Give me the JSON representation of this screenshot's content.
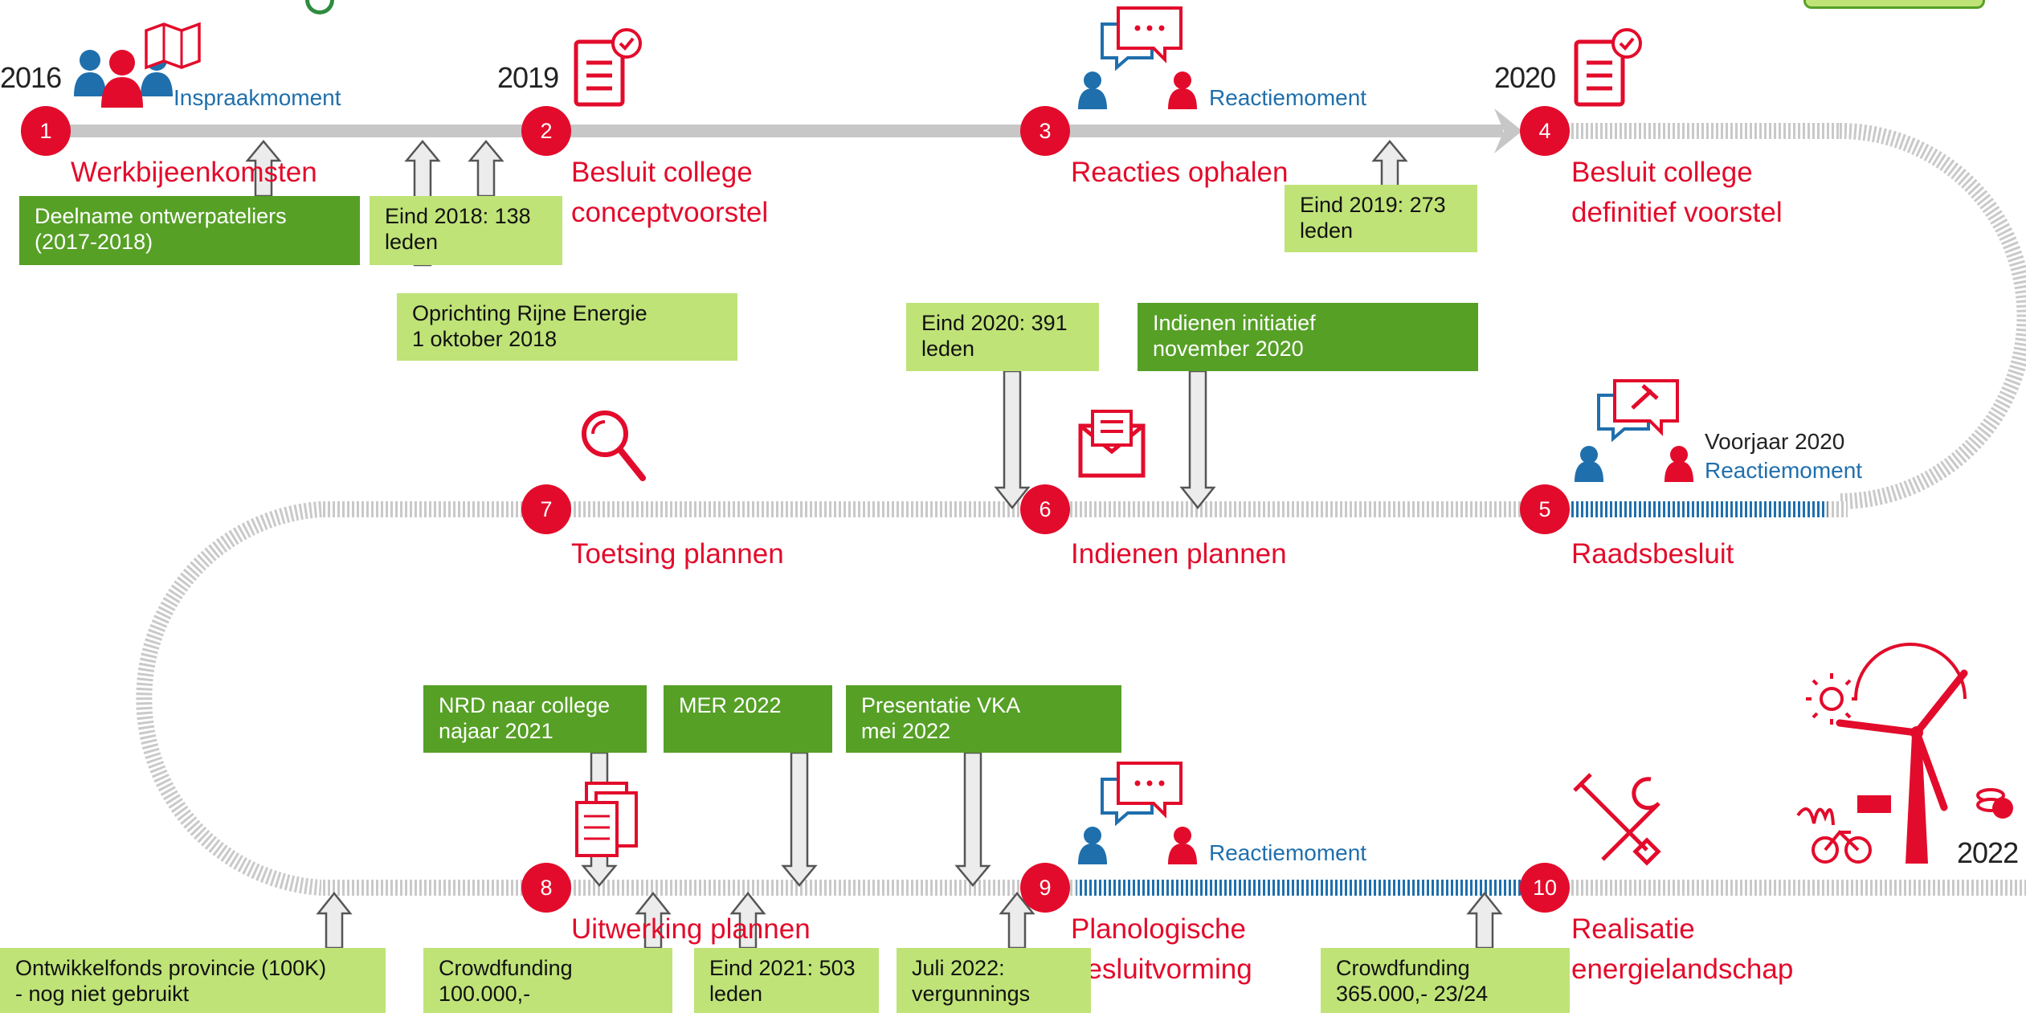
{
  "years": {
    "y2016": "2016",
    "y2019": "2019",
    "y2020": "2020",
    "y2022": "2022"
  },
  "steps": [
    {
      "num": "1",
      "label_lines": [
        "Werkbijeenkomsten"
      ]
    },
    {
      "num": "2",
      "label_lines": [
        "Besluit college",
        "conceptvoorstel"
      ]
    },
    {
      "num": "3",
      "label_lines": [
        "Reacties ophalen"
      ]
    },
    {
      "num": "4",
      "label_lines": [
        "Besluit college",
        "definitief voorstel"
      ]
    },
    {
      "num": "5",
      "label_lines": [
        "Raadsbesluit"
      ]
    },
    {
      "num": "6",
      "label_lines": [
        "Indienen plannen"
      ]
    },
    {
      "num": "7",
      "label_lines": [
        "Toetsing plannen"
      ]
    },
    {
      "num": "8",
      "label_lines": [
        "Uitwerking plannen"
      ]
    },
    {
      "num": "9",
      "label_lines": [
        "Planologische",
        "besluitvorming"
      ]
    },
    {
      "num": "10",
      "label_lines": [
        "Realisatie",
        "energielandschap"
      ]
    }
  ],
  "moments": {
    "inspraak": "Inspraakmoment",
    "reactie_top": "Reactiemoment",
    "voorjaar": "Voorjaar 2020",
    "reactie_mid": "Reactiemoment",
    "reactie_bottom": "Reactiemoment"
  },
  "notes": [
    {
      "lines": [
        "Deelname ontwerpateliers",
        "(2017-2018)"
      ],
      "style": "dark"
    },
    {
      "lines": [
        "Eind 2018: 138",
        "leden"
      ],
      "style": "light"
    },
    {
      "lines": [
        "Oprichting Rijne Energie",
        "1 oktober 2018"
      ],
      "style": "light"
    },
    {
      "lines": [
        "Eind 2019: 273",
        "leden"
      ],
      "style": "light"
    },
    {
      "lines": [
        "Eind 2020: 391",
        "leden"
      ],
      "style": "light"
    },
    {
      "lines": [
        "Indienen initiatief",
        "november 2020"
      ],
      "style": "dark"
    },
    {
      "lines": [
        "NRD naar college",
        "najaar 2021"
      ],
      "style": "dark"
    },
    {
      "lines": [
        "MER 2022"
      ],
      "style": "dark"
    },
    {
      "lines": [
        "Presentatie VKA",
        "mei 2022"
      ],
      "style": "dark"
    },
    {
      "lines": [
        "Ontwikkelfonds provincie (100K)",
        "- nog niet gebruikt"
      ],
      "style": "light"
    },
    {
      "lines": [
        "Crowdfunding",
        "100.000,-"
      ],
      "style": "light"
    },
    {
      "lines": [
        "Eind 2021: 503",
        "leden"
      ],
      "style": "light"
    },
    {
      "lines": [
        "Juli 2022:",
        "vergunnings"
      ],
      "style": "light"
    },
    {
      "lines": [
        "Crowdfunding",
        "365.000,- 23/24"
      ],
      "style": "light"
    }
  ],
  "colors": {
    "accent_red": "#e30b2b",
    "moment_blue": "#1f6fad",
    "note_light_green": "#bfe377",
    "note_dark_green": "#56a026",
    "track_grey": "#c7c7c7"
  },
  "icons": [
    "people-map-icon",
    "document-check-icon",
    "chat-people-icon",
    "magnifier-icon",
    "envelope-icon",
    "gavel-chat-icon",
    "documents-stack-icon",
    "tools-icon",
    "windmill-icon"
  ]
}
